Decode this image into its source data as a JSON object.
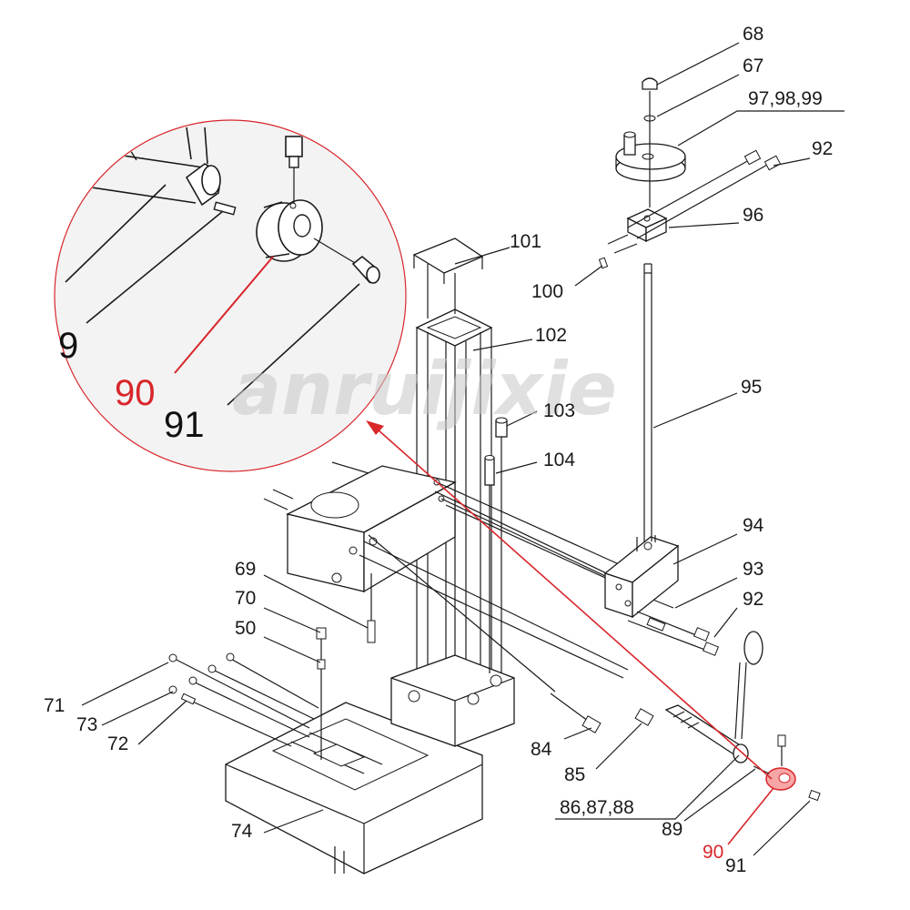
{
  "watermark": "anruijixie",
  "colors": {
    "highlight": "#d8262b",
    "ink": "#1a1a1a",
    "zoom_bg": "#f3f3f3"
  },
  "labels": {
    "p68": "68",
    "p67": "67",
    "p97": "97,98,99",
    "p92a": "92",
    "p96": "96",
    "p101": "101",
    "p100": "100",
    "p102": "102",
    "p95": "95",
    "p103": "103",
    "p104": "104",
    "p94": "94",
    "p93": "93",
    "p92b": "92",
    "p69": "69",
    "p70": "70",
    "p50": "50",
    "p71": "71",
    "p73": "73",
    "p72": "72",
    "p84": "84",
    "p85": "85",
    "p86": "86,87,88",
    "p89": "89",
    "p74": "74",
    "p90": "90",
    "p91": "91"
  },
  "zoom": {
    "label_90": "90",
    "label_91": "91",
    "label_partial": "9"
  }
}
